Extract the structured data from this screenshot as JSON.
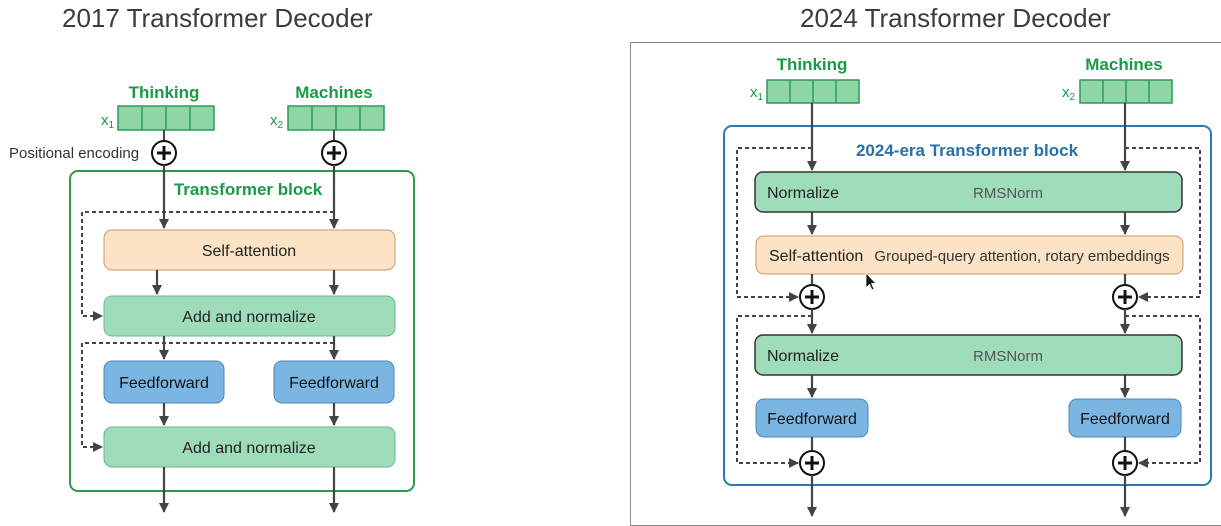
{
  "left": {
    "title": "2017 Transformer Decoder",
    "inputs": [
      {
        "word": "Thinking",
        "symbol": "x",
        "subscript": "1"
      },
      {
        "word": "Machines",
        "symbol": "x",
        "subscript": "2"
      }
    ],
    "positional_label": "Positional encoding",
    "block_label": "Transformer block",
    "self_attention": "Self-attention",
    "add_norm_1": "Add and normalize",
    "ff_left": "Feedforward",
    "ff_right": "Feedforward",
    "add_norm_2": "Add and normalize"
  },
  "right": {
    "title": "2024 Transformer Decoder",
    "inputs": [
      {
        "word": "Thinking",
        "symbol": "x",
        "subscript": "1"
      },
      {
        "word": "Machines",
        "symbol": "x",
        "subscript": "2"
      }
    ],
    "block_label": "2024-era Transformer block",
    "norm1_label": "Normalize",
    "norm1_desc": "RMSNorm",
    "attn_label": "Self-attention",
    "attn_desc": "Grouped-query attention, rotary embeddings",
    "norm2_label": "Normalize",
    "norm2_desc": "RMSNorm",
    "ff_left": "Feedforward",
    "ff_right": "Feedforward"
  },
  "colors": {
    "green_text": "#1a9a48",
    "token_fill": "#8ed6a6",
    "token_stroke": "#2e9a5a",
    "green_box": "#9edcba",
    "orange_box": "#fde3c6",
    "blue_box": "#7bb6e3",
    "left_frame": "#2f9a4a",
    "right_frame": "#2a7bb3",
    "right_label": "#2870a8",
    "line": "#444444"
  }
}
